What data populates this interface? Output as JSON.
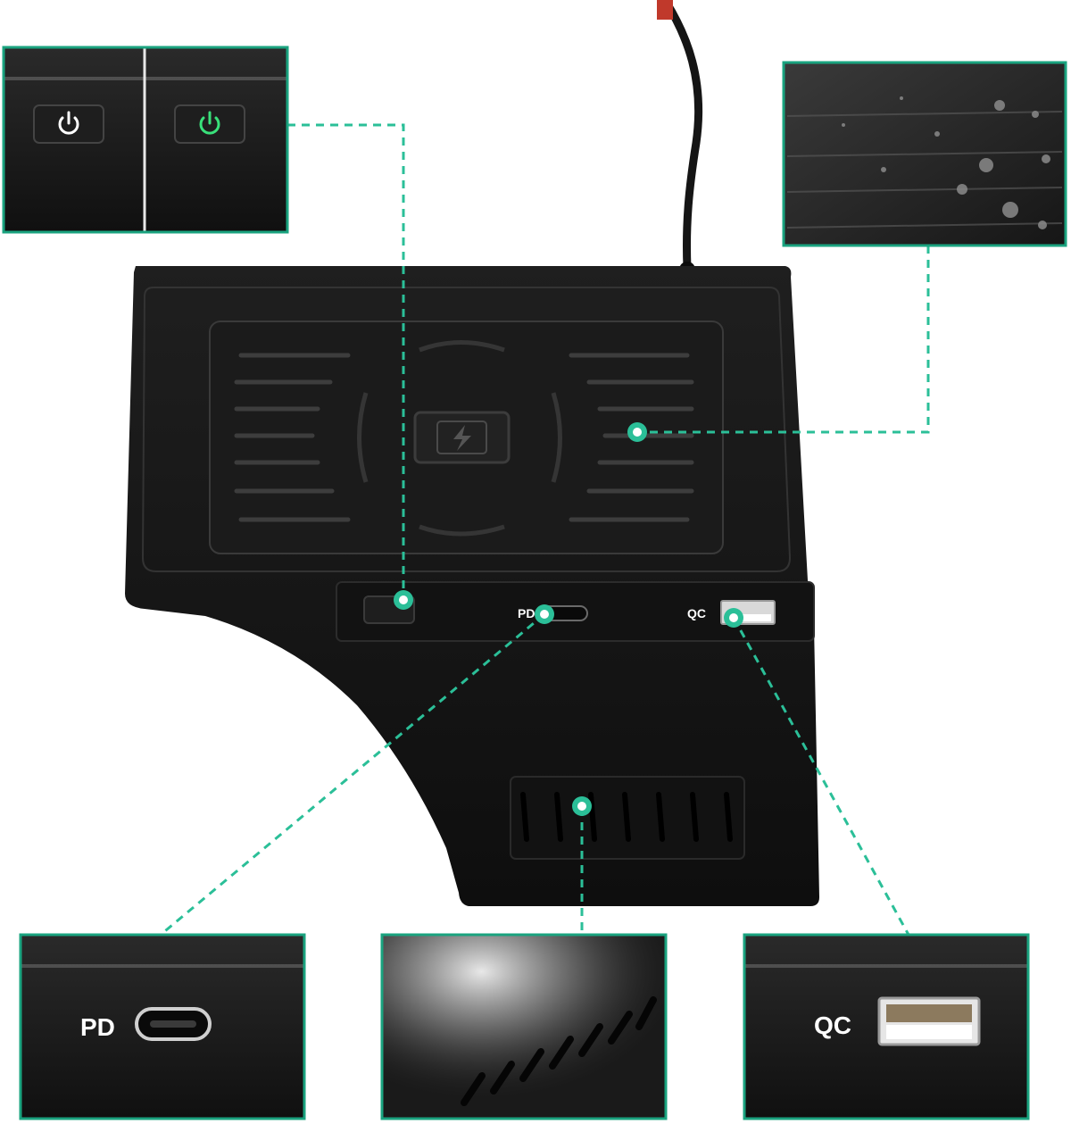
{
  "labels": {
    "pd_main": "PD",
    "qc_main": "QC",
    "pd_detail": "PD",
    "qc_detail": "QC"
  },
  "icons": {
    "power": "power-icon",
    "charge": "lightning-icon"
  },
  "colors": {
    "accent": "#2bbf98",
    "frame": "#1aa37f",
    "device": "#161616",
    "power_led_on": "#39e07a"
  }
}
